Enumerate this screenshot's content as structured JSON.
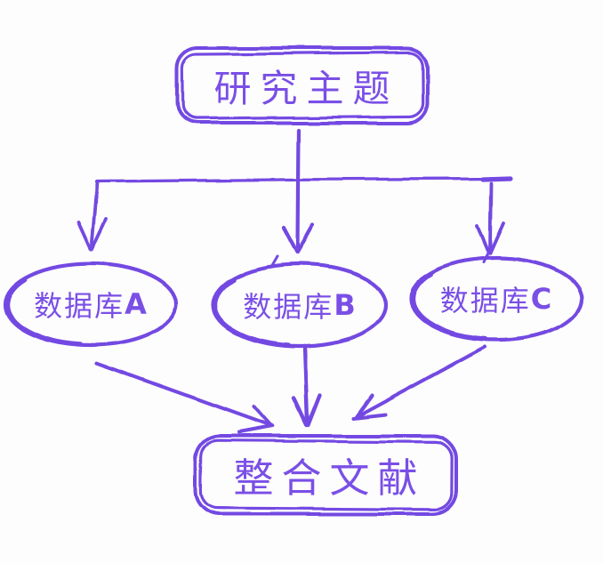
{
  "diagram": {
    "type": "flowchart",
    "background": "#fdfdfd",
    "colors": {
      "stroke": "#7348e2",
      "text": "#7a4fe6"
    },
    "nodes": {
      "topic": {
        "label": "研究主题",
        "shape": "rounded-rectangle"
      },
      "db_a": {
        "label": "数据库A",
        "label_cn": "数据库",
        "label_letter": "A",
        "shape": "ellipse"
      },
      "db_b": {
        "label": "数据库B",
        "label_cn": "数据库",
        "label_letter": "B",
        "shape": "ellipse"
      },
      "db_c": {
        "label": "数据库C",
        "label_cn": "数据库",
        "label_letter": "C",
        "shape": "ellipse"
      },
      "merge": {
        "label": "整合文献",
        "shape": "rounded-rectangle"
      }
    },
    "edges": [
      {
        "from": "topic",
        "to": "db_a",
        "style": "arrow"
      },
      {
        "from": "topic",
        "to": "db_b",
        "style": "arrow"
      },
      {
        "from": "topic",
        "to": "db_c",
        "style": "arrow"
      },
      {
        "from": "db_a",
        "to": "merge",
        "style": "arrow"
      },
      {
        "from": "db_b",
        "to": "merge",
        "style": "arrow"
      },
      {
        "from": "db_c",
        "to": "merge",
        "style": "arrow"
      }
    ]
  }
}
